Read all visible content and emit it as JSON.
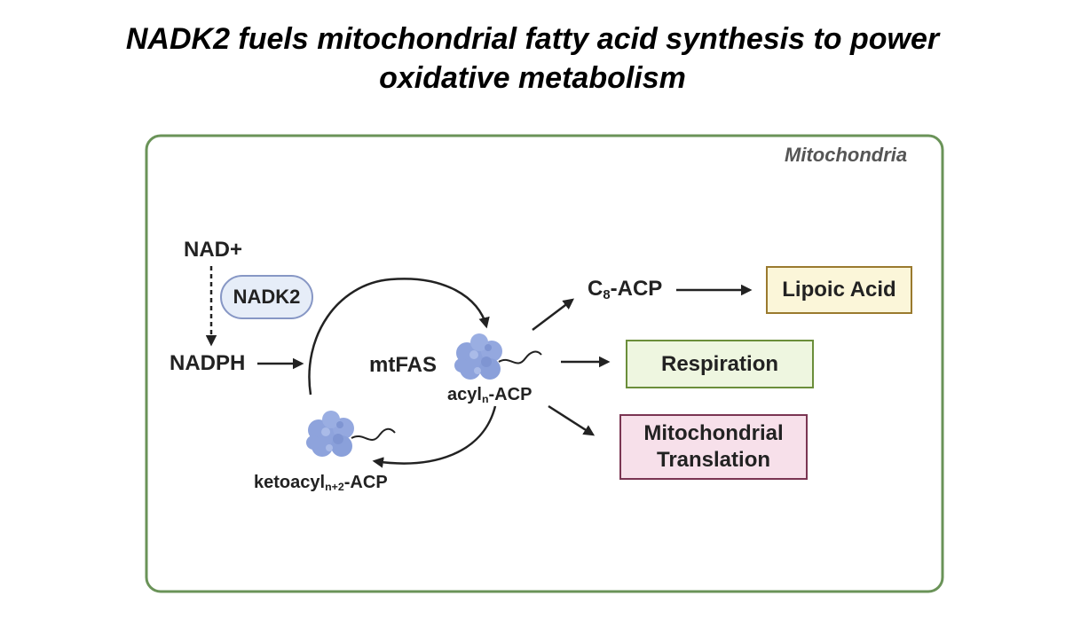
{
  "title": {
    "line1": "NADK2 fuels mitochondrial fatty acid synthesis to power",
    "line2": "oxidative metabolism"
  },
  "compartment": {
    "label": "Mitochondria",
    "border_color": "#6a9358"
  },
  "cofactors": {
    "nad": "NAD+",
    "enzyme": "NADK2",
    "nadph": "NADPH"
  },
  "cycle": {
    "mtfas": "mtFAS",
    "acyl": {
      "base": "acyl",
      "sub": "n",
      "rest": "-ACP"
    },
    "ketoacyl": {
      "base": "ketoacyl",
      "sub": "n+2",
      "rest": "-ACP"
    }
  },
  "c8": {
    "base": "C",
    "sub": "8",
    "rest": "-ACP"
  },
  "outputs": {
    "lipoic": {
      "label": "Lipoic Acid",
      "fill": "#fbf6d9",
      "border": "#9a7a2e"
    },
    "respiration": {
      "label": "Respiration",
      "fill": "#eef6e0",
      "border": "#6b8e3a"
    },
    "translation": {
      "line1": "Mitochondrial",
      "line2": "Translation",
      "fill": "#f7e0ea",
      "border": "#7a3552"
    }
  },
  "colors": {
    "protein": "#8ea3dc",
    "arrow": "#222222"
  }
}
